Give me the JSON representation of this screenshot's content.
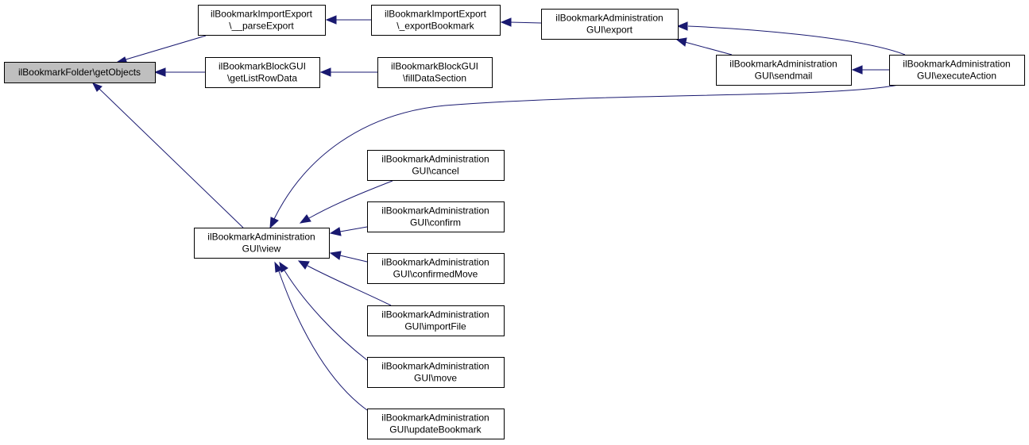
{
  "colors": {
    "edge": "#191970",
    "root_fill": "#bfbfbf",
    "node_fill": "#ffffff",
    "border": "#000000"
  },
  "nodes": {
    "getObjects": [
      "ilBookmarkFolder\\getObjects"
    ],
    "parseExport": [
      "ilBookmarkImportExport",
      "\\__parseExport"
    ],
    "exportBookmark": [
      "ilBookmarkImportExport",
      "\\_exportBookmark"
    ],
    "adminExport": [
      "ilBookmarkAdministration",
      "GUI\\export"
    ],
    "getListRowData": [
      "ilBookmarkBlockGUI",
      "\\getListRowData"
    ],
    "fillDataSection": [
      "ilBookmarkBlockGUI",
      "\\fillDataSection"
    ],
    "sendmail": [
      "ilBookmarkAdministration",
      "GUI\\sendmail"
    ],
    "executeAction": [
      "ilBookmarkAdministration",
      "GUI\\executeAction"
    ],
    "view": [
      "ilBookmarkAdministration",
      "GUI\\view"
    ],
    "cancel": [
      "ilBookmarkAdministration",
      "GUI\\cancel"
    ],
    "confirm": [
      "ilBookmarkAdministration",
      "GUI\\confirm"
    ],
    "confirmedMove": [
      "ilBookmarkAdministration",
      "GUI\\confirmedMove"
    ],
    "importFile": [
      "ilBookmarkAdministration",
      "GUI\\importFile"
    ],
    "move": [
      "ilBookmarkAdministration",
      "GUI\\move"
    ],
    "updateBookmark": [
      "ilBookmarkAdministration",
      "GUI\\updateBookmark"
    ]
  },
  "edges": [
    [
      "parseExport",
      "getObjects"
    ],
    [
      "getListRowData",
      "getObjects"
    ],
    [
      "view",
      "getObjects"
    ],
    [
      "exportBookmark",
      "parseExport"
    ],
    [
      "adminExport",
      "exportBookmark"
    ],
    [
      "fillDataSection",
      "getListRowData"
    ],
    [
      "sendmail",
      "adminExport"
    ],
    [
      "executeAction",
      "adminExport"
    ],
    [
      "executeAction",
      "sendmail"
    ],
    [
      "executeAction",
      "view"
    ],
    [
      "cancel",
      "view"
    ],
    [
      "confirm",
      "view"
    ],
    [
      "confirmedMove",
      "view"
    ],
    [
      "importFile",
      "view"
    ],
    [
      "move",
      "view"
    ],
    [
      "updateBookmark",
      "view"
    ]
  ]
}
